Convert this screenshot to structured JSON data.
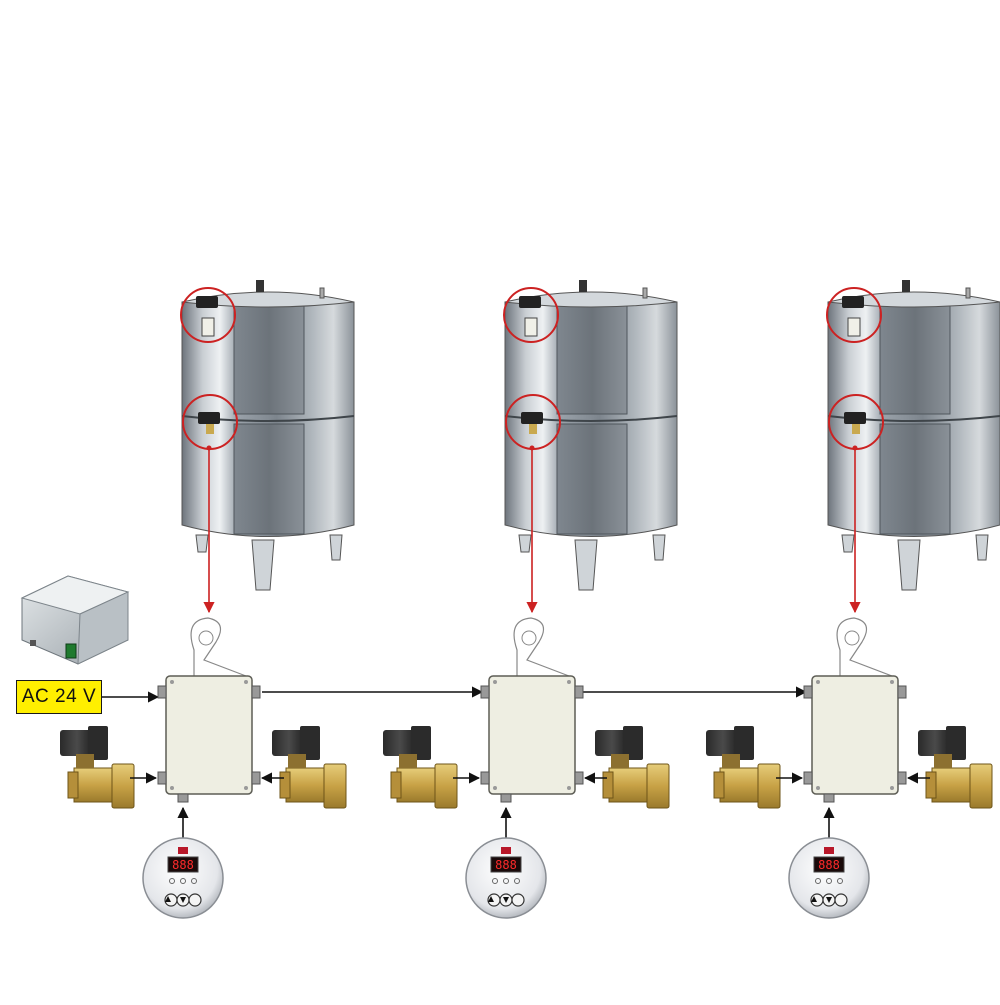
{
  "power_label": "AC 24 V",
  "colors": {
    "signal_line": "#cc2222",
    "wire": "#111111",
    "label_bg": "#ffef00",
    "control_box": "#eeeee2",
    "brass": "#c9a94f",
    "tank_steel": "#a8b0b8"
  },
  "units": [
    {
      "display": "888",
      "buttons": [
        "up-arrow",
        "down-arrow",
        "set"
      ]
    },
    {
      "display": "888",
      "buttons": [
        "up-arrow",
        "down-arrow",
        "set"
      ]
    },
    {
      "display": "888",
      "buttons": [
        "up-arrow",
        "down-arrow",
        "set"
      ]
    }
  ],
  "icons": [
    "tank",
    "probe-sensor",
    "control-box",
    "solenoid-valve",
    "thermostat-display",
    "power-supply-box"
  ]
}
